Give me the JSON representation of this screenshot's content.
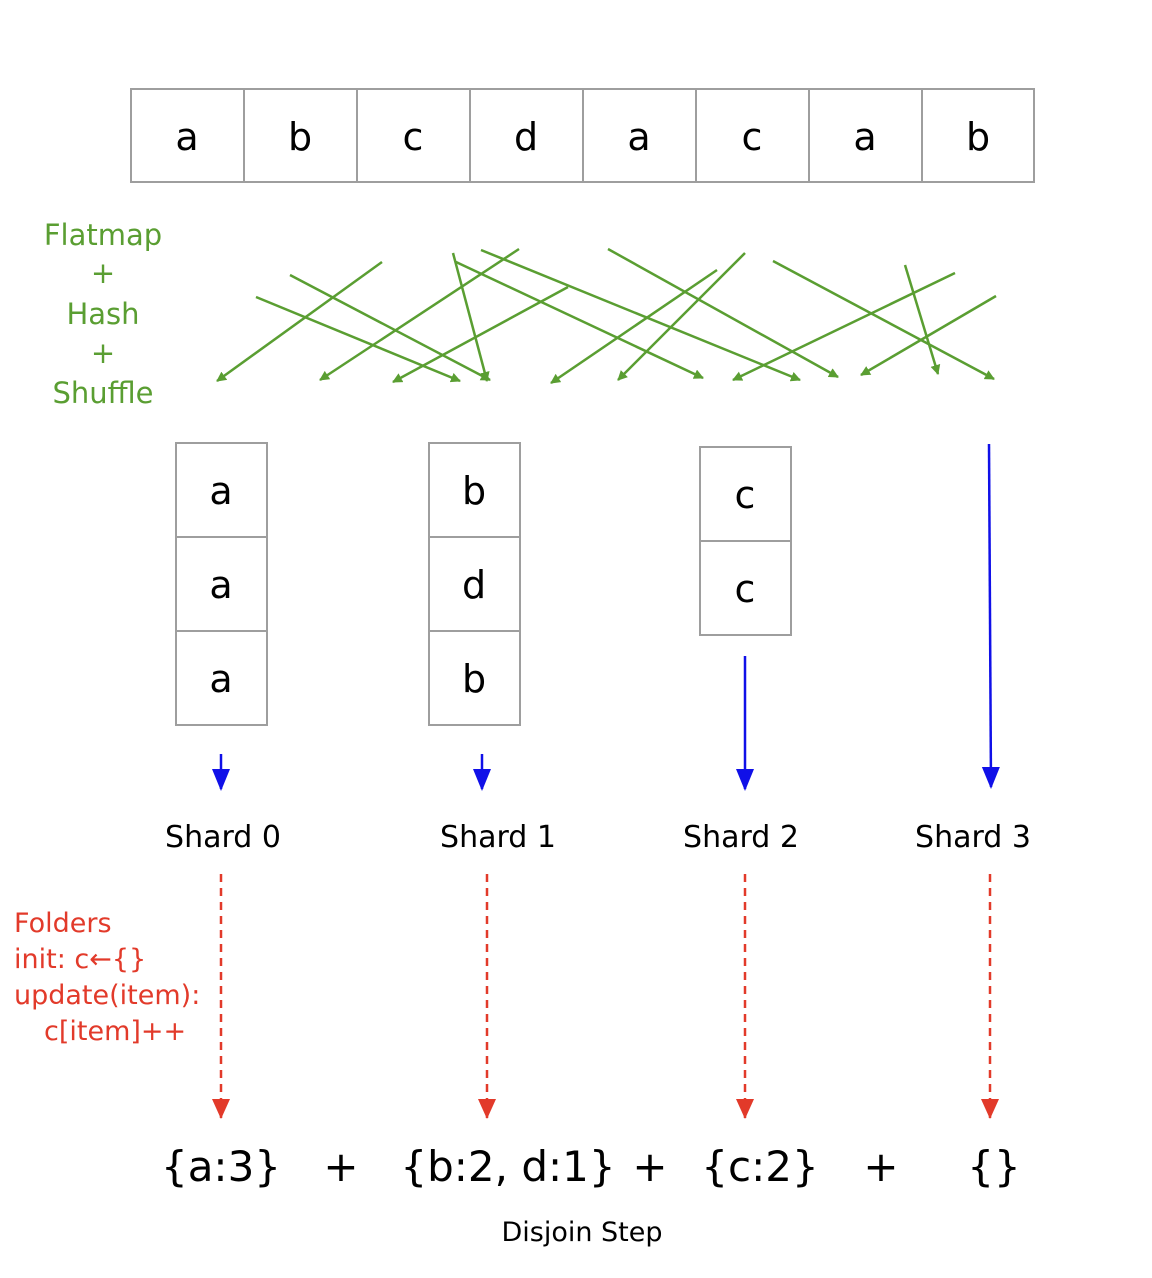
{
  "input_row": [
    "a",
    "b",
    "c",
    "d",
    "a",
    "c",
    "a",
    "b"
  ],
  "stage_label": [
    "Flatmap",
    "+",
    "Hash",
    "+",
    "Shuffle"
  ],
  "shards": [
    {
      "name": "Shard 0",
      "items": [
        "a",
        "a",
        "a"
      ],
      "result": "{a:3}"
    },
    {
      "name": "Shard 1",
      "items": [
        "b",
        "d",
        "b"
      ],
      "result": "{b:2, d:1}"
    },
    {
      "name": "Shard 2",
      "items": [
        "c",
        "c"
      ],
      "result": "{c:2}"
    },
    {
      "name": "Shard 3",
      "items": [],
      "result": "{}"
    }
  ],
  "folder_note": [
    "Folders",
    "init: c←{}",
    "update(item):",
    "c[item]++"
  ],
  "plus_sign": "+",
  "caption": "Disjoin Step",
  "colors": {
    "shuffle": "#5a9e32",
    "flow": "#1010e8",
    "fold": "#e23a2a",
    "border": "#9e9e9e"
  }
}
